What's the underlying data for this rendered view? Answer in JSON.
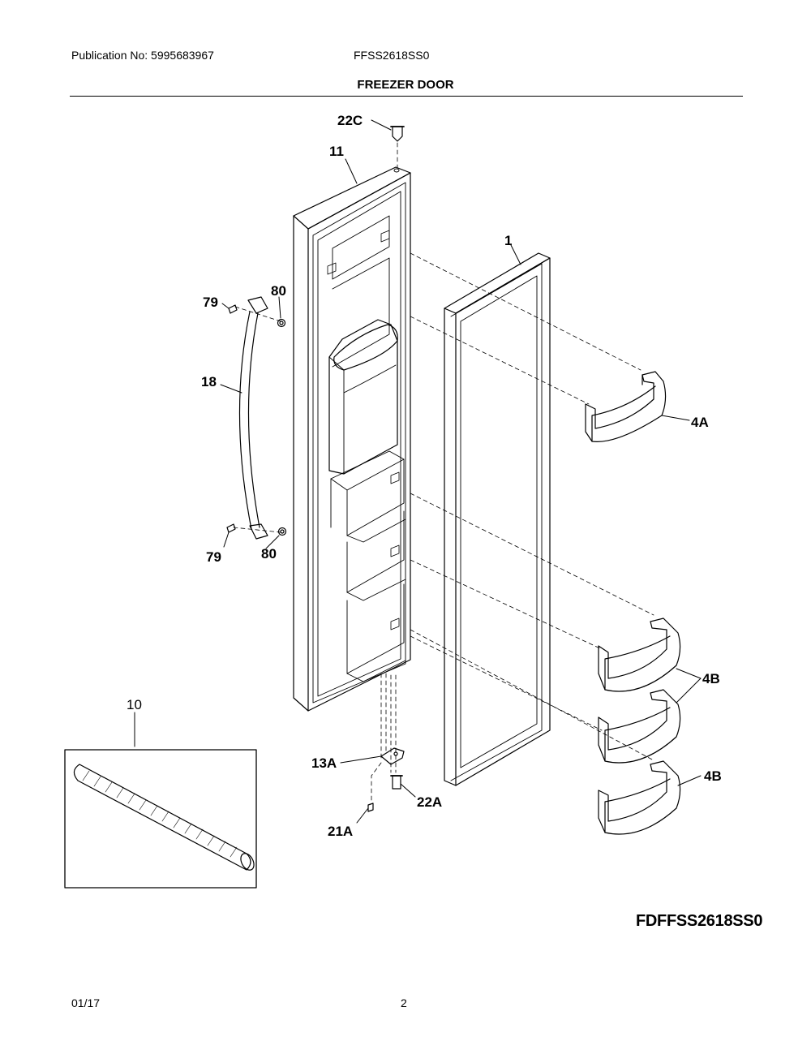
{
  "header": {
    "publication": "Publication No: 5995683967",
    "model": "FFSS2618SS0",
    "title": "FREEZER DOOR"
  },
  "callouts": {
    "c22c": "22C",
    "c11": "11",
    "c1": "1",
    "c79a": "79",
    "c80a": "80",
    "c18": "18",
    "c4a": "4A",
    "c79b": "79",
    "c80b": "80",
    "c4b1": "4B",
    "c4b2": "4B",
    "c10": "10",
    "c13a": "13A",
    "c22a": "22A",
    "c21a": "21A"
  },
  "diagram_code": "FDFFSS2618SS0",
  "footer": {
    "date": "01/17",
    "page": "2"
  }
}
